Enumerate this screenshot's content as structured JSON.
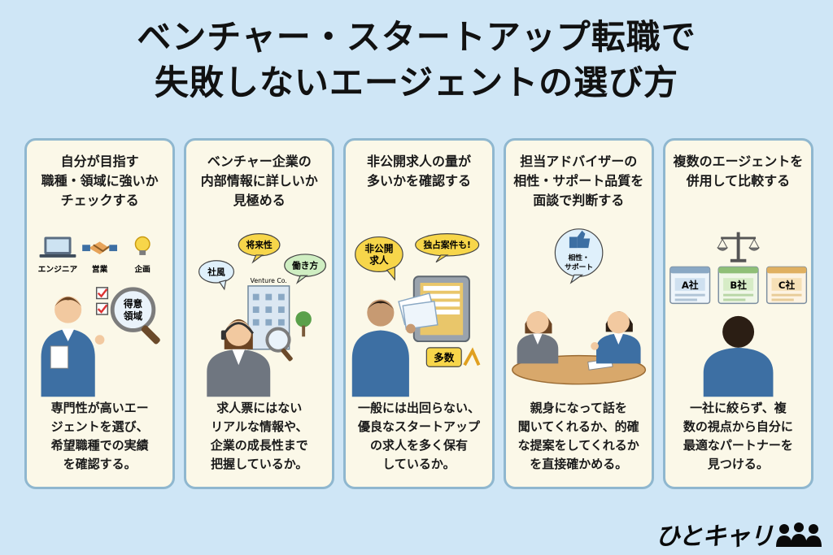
{
  "title": {
    "line1": "ベンチャー・スタートアップ転職で",
    "line2": "失敗しないエージェントの選び方"
  },
  "cards": [
    {
      "heading": "自分が目指す\n職種・領域に強いか\nチェックする",
      "labels": [
        "エンジニア",
        "営業",
        "企画",
        "得意\n領域"
      ],
      "body": "専門性が高いエー\nジェントを選び、\n希望職種での実績\nを確認する。"
    },
    {
      "heading": "ベンチャー企業の\n内部情報に詳しいか\n見極める",
      "labels": [
        "将来性",
        "社風",
        "働き方",
        "Venture Co."
      ],
      "body": "求人票にはない\nリアルな情報や、\n企業の成長性まで\n把握しているか。"
    },
    {
      "heading": "非公開求人の量が\n多いかを確認する",
      "labels": [
        "非公開\n求人",
        "独占案件も!",
        "多数"
      ],
      "body": "一般には出回らない、\n優良なスタートアップ\nの求人を多く保有\nしているか。"
    },
    {
      "heading": "担当アドバイザーの\n相性・サポート品質を\n面談で判断する",
      "labels": [
        "相性・\nサポート"
      ],
      "body": "親身になって話を\n聞いてくれるか、的確\nな提案をしてくれるか\nを直接確かめる。"
    },
    {
      "heading": "複数のエージェントを\n併用して比較する",
      "labels": [
        "A社",
        "B社",
        "C社"
      ],
      "body": "一社に絞らず、複\n数の視点から自分に\n最適なパートナーを\n見つける。"
    }
  ],
  "logo": {
    "text": "ひとキャリ",
    "icon": "people-icon"
  },
  "colors": {
    "background": "#cfe6f6",
    "card_bg": "#fbf8e8",
    "card_border": "#8fb7cf",
    "bubble_yellow": "#f7d64a",
    "suit_blue": "#3d6fa3"
  }
}
